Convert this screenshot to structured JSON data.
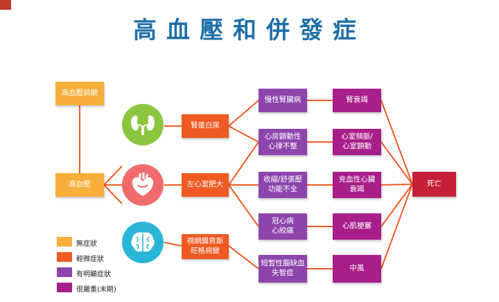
{
  "title": "高血壓和併發症",
  "nodes": {
    "prehypertension": "高血壓前期",
    "hypertension": "高血壓",
    "proteinuria": "腎蛋白尿",
    "lvh": "左心室肥大",
    "retinopathy": "視網膜賁斯\n旺格病變",
    "ckd": "慢性腎臟病",
    "af": "心房顫動性\n心律不整",
    "dysfunction": "收縮/舒張壓\n功能不全",
    "cad": "冠心病\n心絞痛",
    "tia": "短暫性腦缺血\n失智症",
    "renal_failure": "腎衰竭",
    "vt": "心室頻脈/\n心室顫動",
    "chf": "充血性心臟\n衰竭",
    "mi": "心肌梗塞",
    "stroke": "中風",
    "death": "死亡"
  },
  "legend": [
    {
      "label": "無症狀",
      "color": "#f7ae3a"
    },
    {
      "label": "輕微症狀",
      "color": "#ee5a22"
    },
    {
      "label": "有明顯症狀",
      "color": "#8e44ad"
    },
    {
      "label": "很嚴重(末期)",
      "color": "#a81f8a"
    }
  ],
  "icons": {
    "kidney": "kidney-icon",
    "heart": "heart-icon",
    "brain": "brain-icon"
  },
  "colors": {
    "title": "#1f6fa8",
    "line": "#ee5a22",
    "kidney_circle": "#8cc63f",
    "heart_circle": "#f06b6b",
    "brain_circle": "#29b6d8"
  }
}
